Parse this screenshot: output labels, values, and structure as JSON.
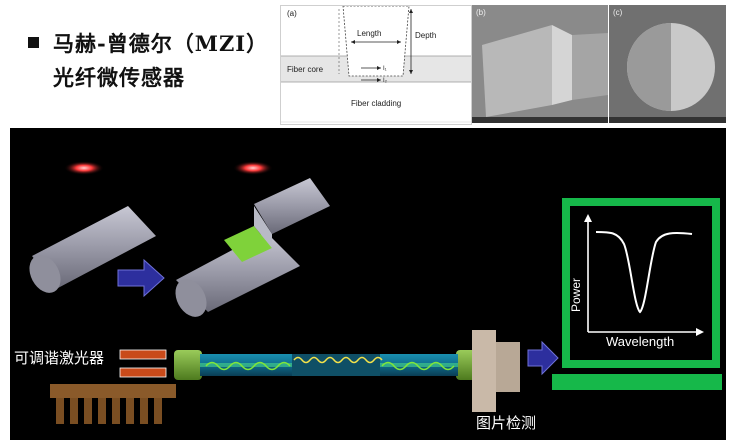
{
  "title": {
    "line1": "马赫-曾德尔（MZI）",
    "line2": "光纤微传感器"
  },
  "inset_a": {
    "panel_label": "(a)",
    "length_label": "Length",
    "depth_label": "Depth",
    "core_label": "Fiber core",
    "cladding_label": "Fiber cladding",
    "l1_label": "I₁",
    "l2_label": "I₂"
  },
  "inset_b": {
    "panel_label": "(b)"
  },
  "inset_c": {
    "panel_label": "(c)"
  },
  "setup": {
    "laser_label": "可调谐激光器",
    "detector_label": "图片检测"
  },
  "spectrum": {
    "x_label": "Wavelength",
    "y_label": "Power"
  },
  "colors": {
    "laser_glow": "#ff3030",
    "fiber_gray": "#9a9aa8",
    "notch_green": "#7fd23a",
    "screen_green": "#16b84a",
    "arrow_blue": "#2d2f9e"
  }
}
